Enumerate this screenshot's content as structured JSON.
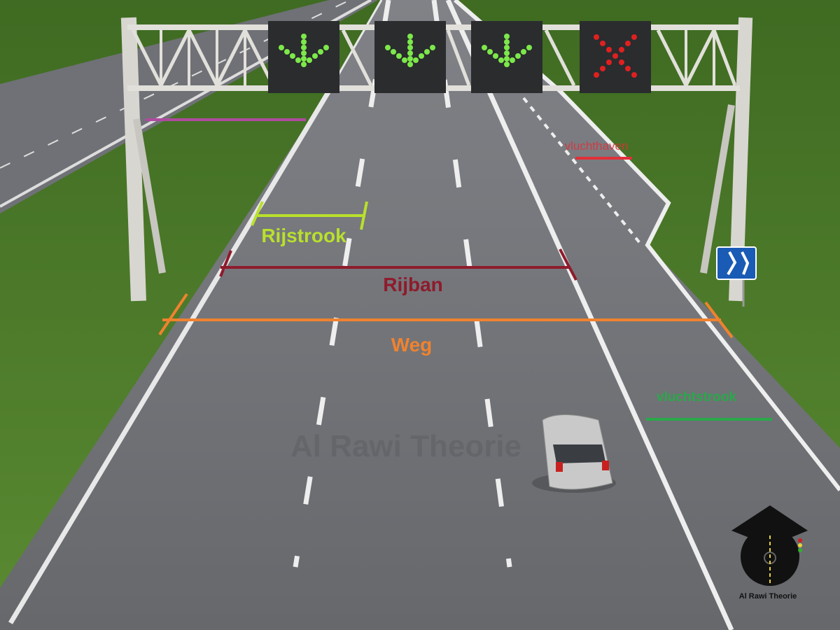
{
  "labels": {
    "rijstrook": "Rijstrook",
    "rijban": "Rijban",
    "weg": "Weg",
    "vluchthaven": "vluchthaven",
    "vluchtstrook": "vluchtstrook"
  },
  "colors": {
    "rijstrook": "#b9e02c",
    "rijban": "#8e1b2c",
    "weg": "#f0822e",
    "vluchthaven": "#e0303a",
    "vluchtstrook": "#2aa84a",
    "unlabeled_line": "#b04aa0",
    "arrow_green": "#7de84a",
    "cross_red": "#e02020",
    "grass": "#4e7a2b",
    "asphalt": "#6e7074"
  },
  "signs": [
    {
      "icon": "arrow-down-icon",
      "state": "open"
    },
    {
      "icon": "arrow-down-icon",
      "state": "open"
    },
    {
      "icon": "arrow-down-icon",
      "state": "open"
    },
    {
      "icon": "red-cross-icon",
      "state": "closed"
    }
  ],
  "watermark": "Al Rawi Theorie",
  "logo": {
    "text": "Al Rawi Theorie"
  }
}
